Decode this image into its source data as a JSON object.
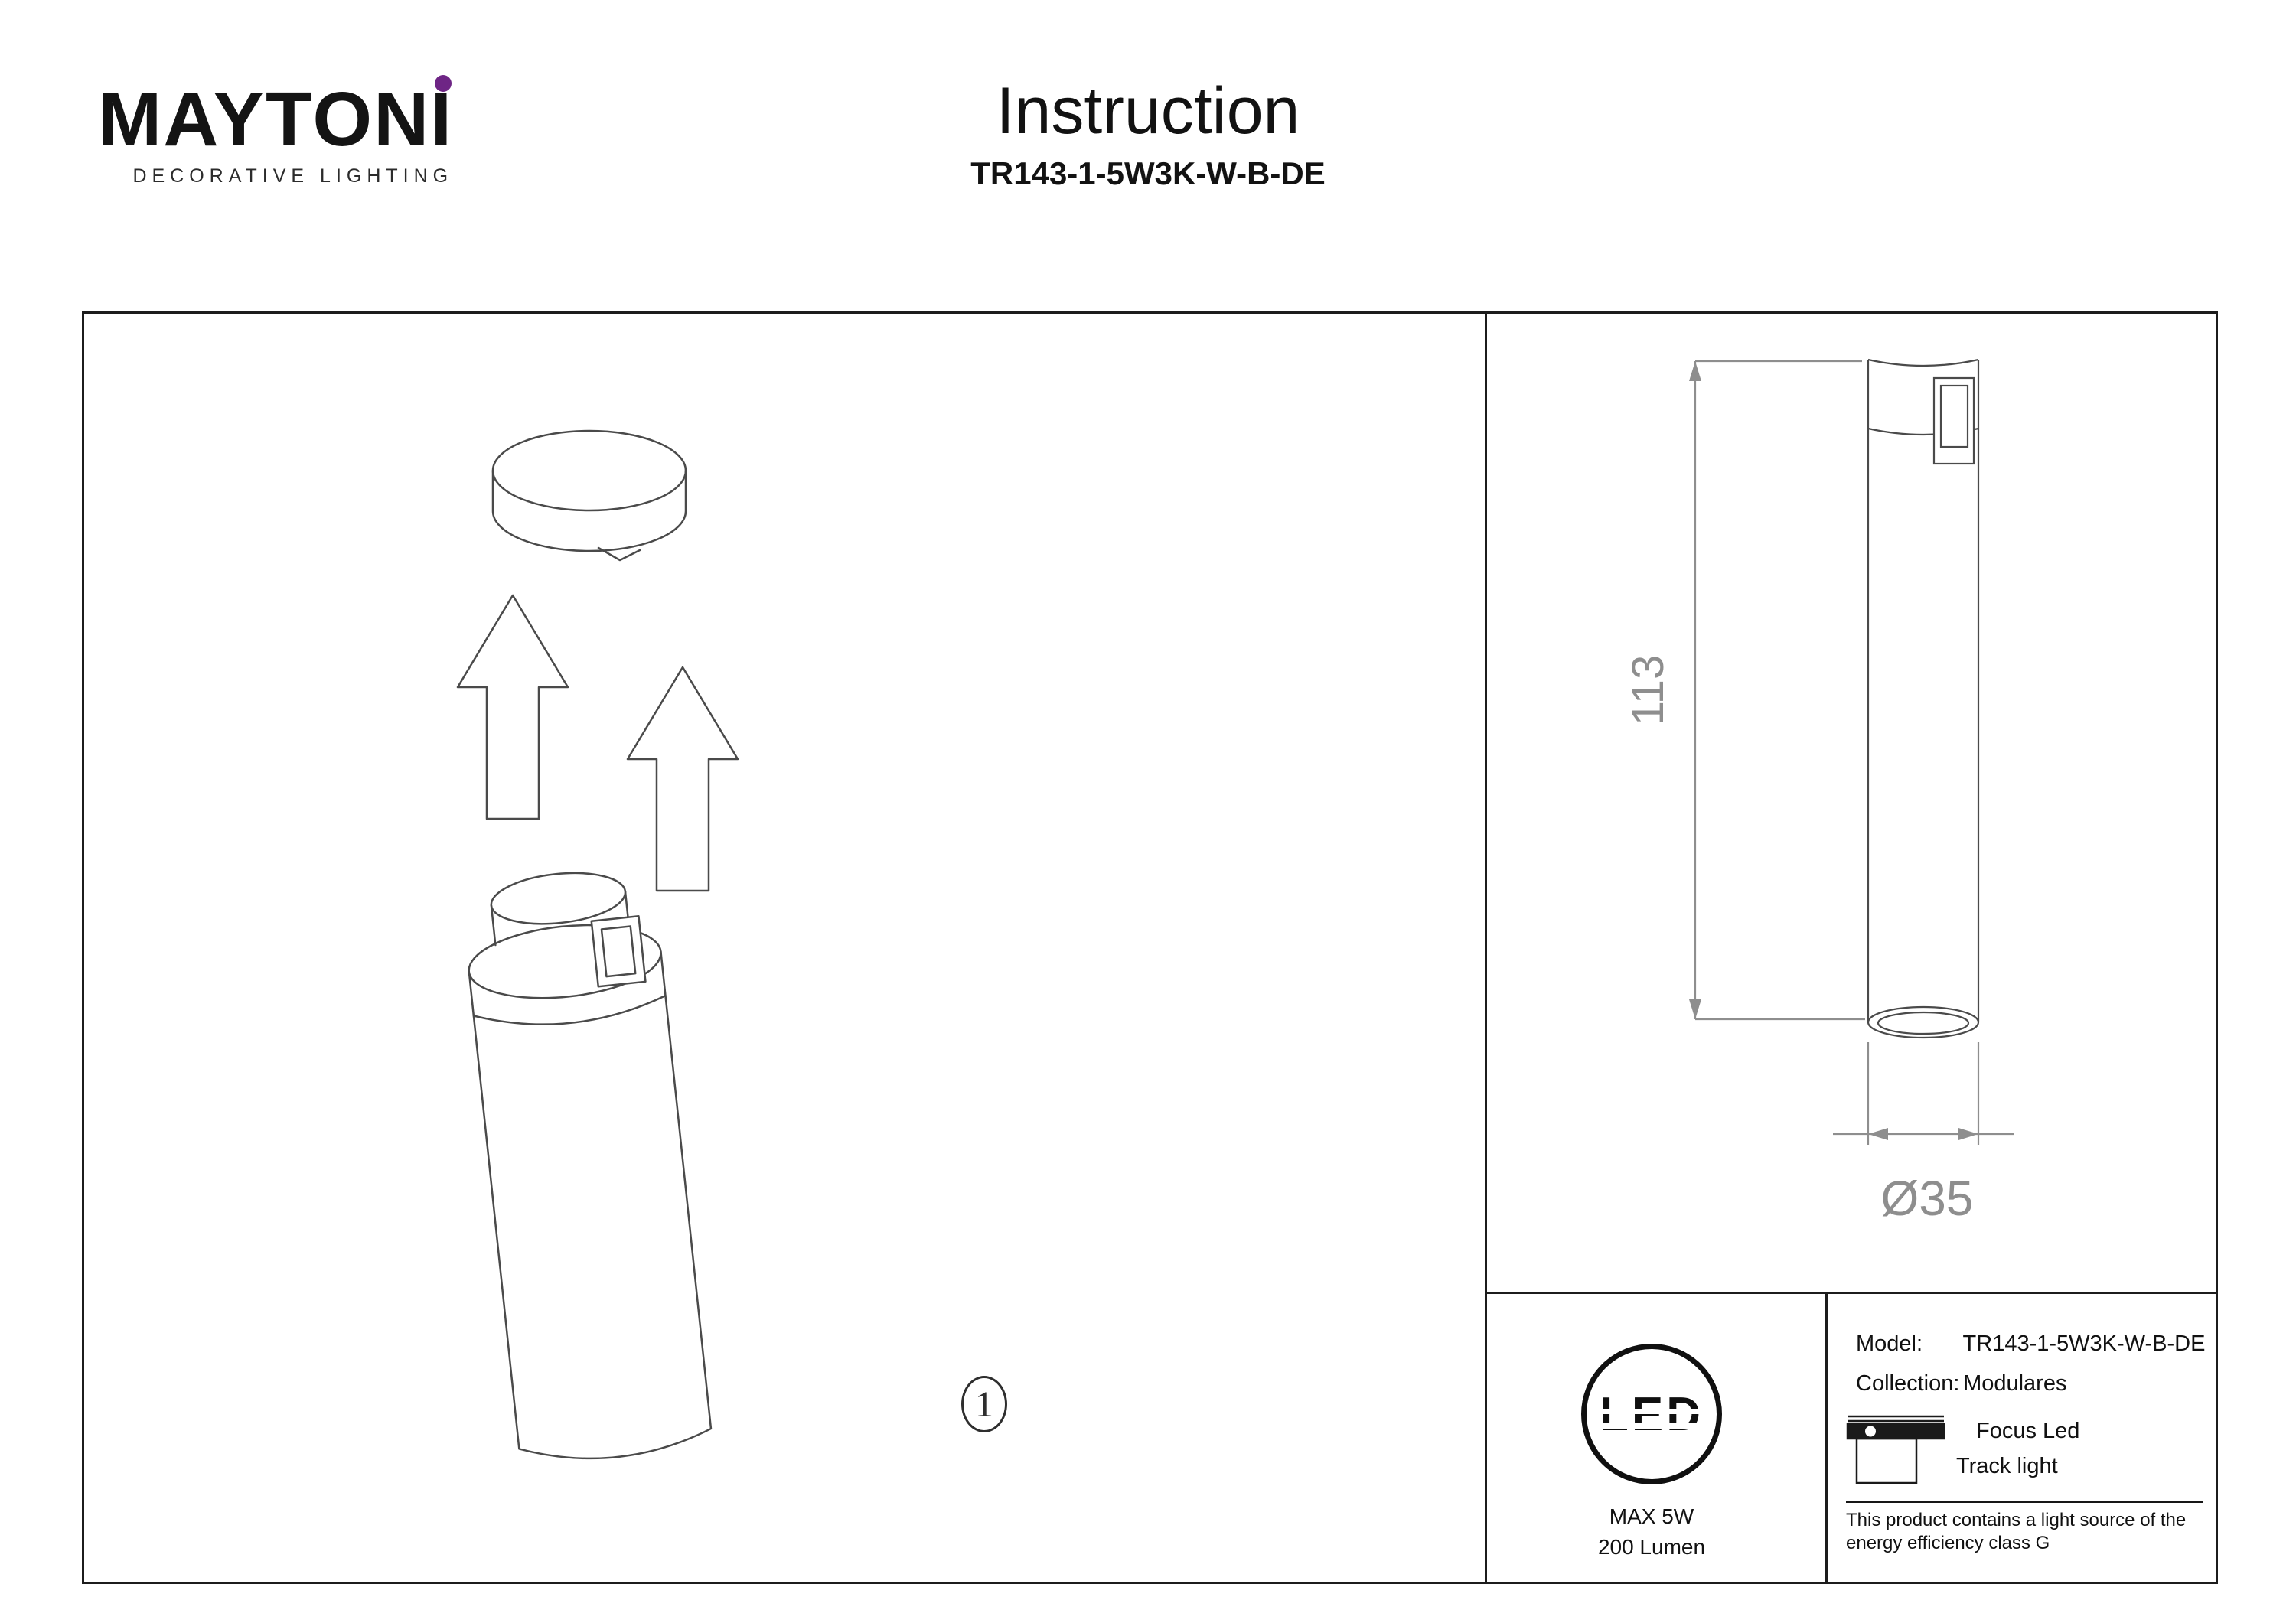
{
  "header": {
    "brand_main": "MAYTON",
    "brand_i": "I",
    "tagline": "DECORATIVE LIGHTING",
    "title": "Instruction",
    "subtitle": "TR143-1-5W3K-W-B-DE"
  },
  "diagram": {
    "step_number": "1",
    "height_dim": "113",
    "diameter_dim": "Ø35"
  },
  "spec": {
    "led_label": "LED",
    "max_power": "MAX 5W",
    "lumen": "200 Lumen",
    "model_label": "Model:",
    "model_value": "TR143-1-5W3K-W-B-DE",
    "collection_label": "Collection:",
    "collection_value": "Modulares",
    "type_line1": "Focus Led",
    "type_line2": "Track light",
    "energy_note": "This product contains a light source of the energy efficiency class G"
  },
  "colors": {
    "accent_dot": "#6e2585",
    "line": "#4a4a4a",
    "dim_text": "#8e8e8e",
    "frame": "#1c1c1c"
  }
}
